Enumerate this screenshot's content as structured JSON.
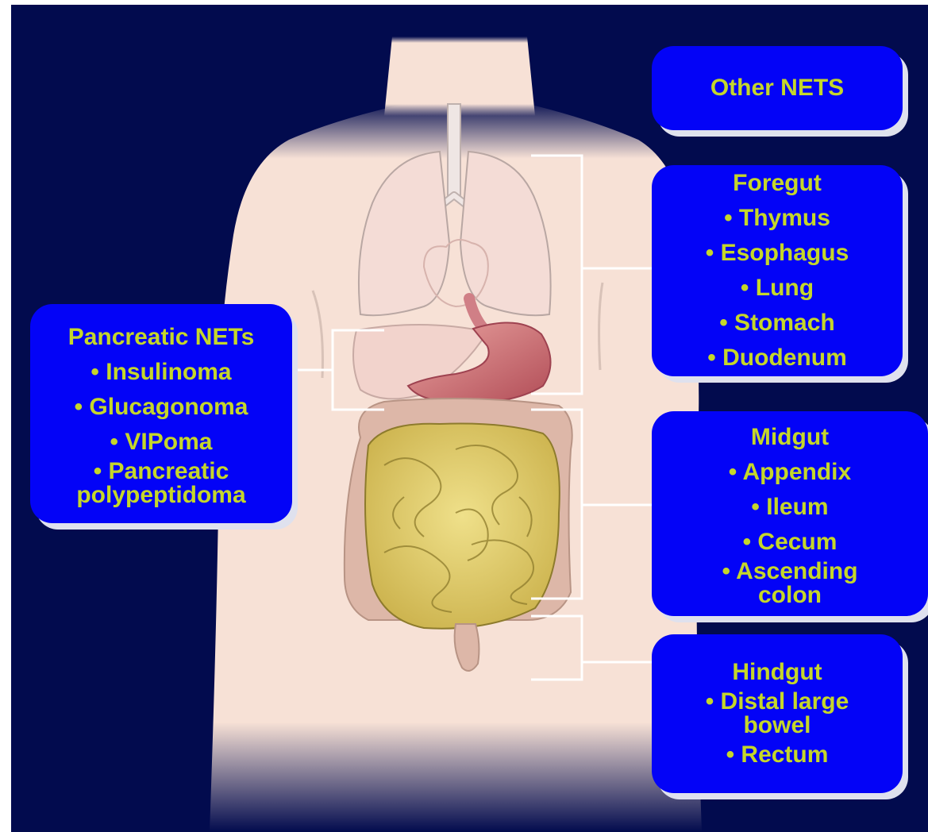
{
  "colors": {
    "background": "#020b4e",
    "box_fill": "#0303f7",
    "box_text": "#c5d62a",
    "box_shadow": "#dfe1ee",
    "skin": "#f7e1d6",
    "intestine": "#e2cf6c",
    "stomach": "#c8656c",
    "lungs": "#f4dcd6",
    "bracket": "#ffffff"
  },
  "labels": {
    "other": {
      "title": "Other NETS"
    },
    "foregut": {
      "title": "Foregut",
      "items": [
        "• Thymus",
        "• Esophagus",
        "• Lung",
        "• Stomach",
        "• Duodenum"
      ]
    },
    "midgut": {
      "title": "Midgut",
      "items": [
        "• Appendix",
        "• Ileum",
        "• Cecum",
        "• Ascending",
        "colon"
      ]
    },
    "hindgut": {
      "title": "Hindgut",
      "items": [
        "• Distal large",
        "bowel",
        "• Rectum"
      ]
    },
    "pancreatic": {
      "title": "Pancreatic NETs",
      "items": [
        "• Insulinoma",
        "• Glucagonoma",
        "• VIPoma",
        "• Pancreatic",
        "polypeptidoma"
      ]
    }
  }
}
